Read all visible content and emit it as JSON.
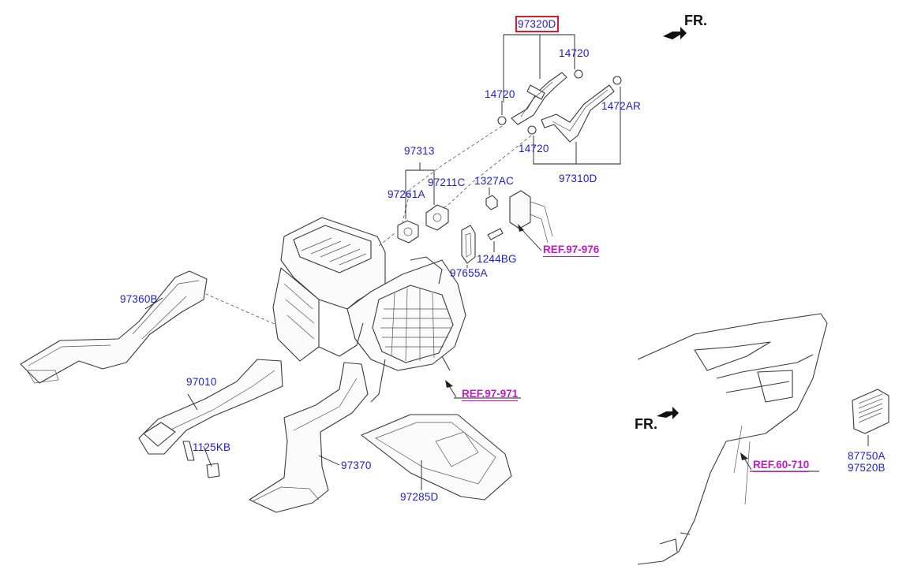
{
  "part_labels": {
    "p97320D": "97320D",
    "p14720_a": "14720",
    "p14720_b": "14720",
    "p1472AR": "1472AR",
    "p14720_c": "14720",
    "p97310D": "97310D",
    "p97313": "97313",
    "p97211C": "97211C",
    "p97261A": "97261A",
    "p1327AC": "1327AC",
    "p1244BG": "1244BG",
    "p97655A": "97655A",
    "p97360B": "97360B",
    "p97010": "97010",
    "p1125KB": "1125KB",
    "p97370": "97370",
    "p97285D": "97285D",
    "p87750A": "87750A",
    "p97520B": "97520B"
  },
  "references": {
    "ref_97_976": "REF.97-976",
    "ref_97_971": "REF.97-971",
    "ref_60_710": "REF.60-710"
  },
  "direction_labels": {
    "top": "FR.",
    "bottom": "FR."
  },
  "colors": {
    "part_number": "#1d1dd6",
    "reference": "#c21ac6",
    "highlight": "#e0192a",
    "line": "#3a3a3a"
  }
}
